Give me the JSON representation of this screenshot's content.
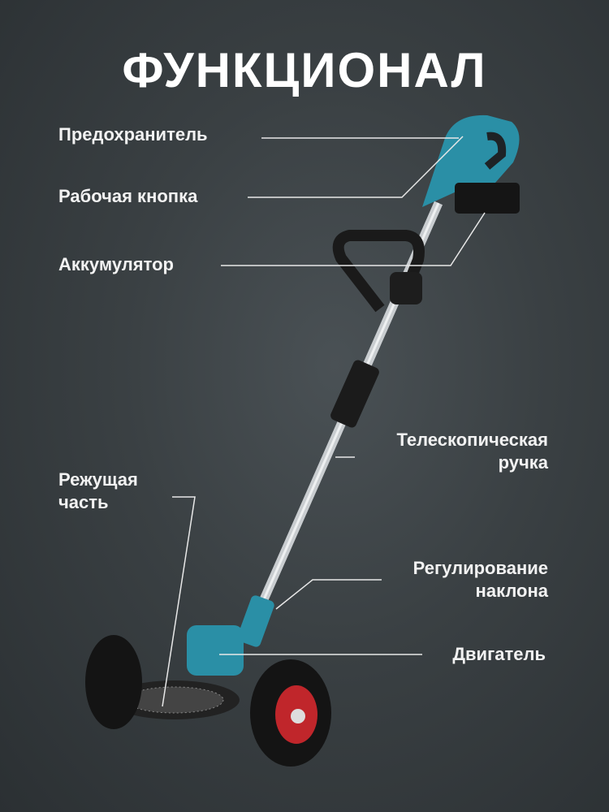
{
  "title": "ФУНКЦИОНАЛ",
  "labels": {
    "fuse": "Предохранитель",
    "button": "Рабочая кнопка",
    "battery": "Аккумулятор",
    "telescopic_1": "Телескопическая",
    "telescopic_2": "ручка",
    "cutting_1": "Режущая",
    "cutting_2": "часть",
    "tilt_1": "Регулирование",
    "tilt_2": "наклона",
    "motor": "Двигатель"
  },
  "colors": {
    "body": "#2a8fa6",
    "accent_hub": "#c0262b"
  }
}
